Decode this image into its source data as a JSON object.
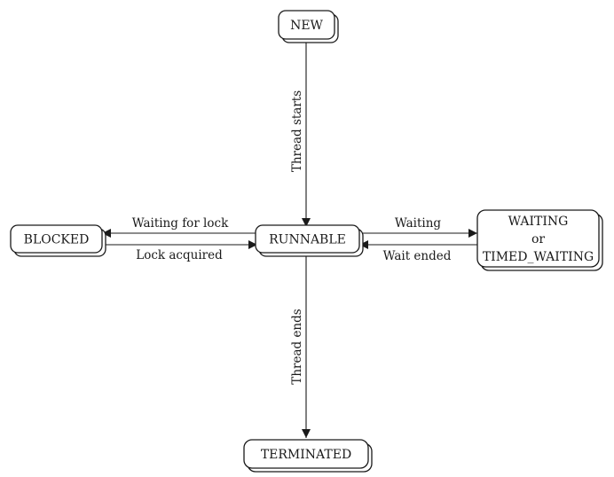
{
  "nodes": {
    "new": "NEW",
    "runnable": "RUNNABLE",
    "blocked": "BLOCKED",
    "waiting": {
      "line1": "WAITING",
      "line2": "or",
      "line3": "TIMED_WAITING"
    },
    "terminated": "TERMINATED"
  },
  "edges": {
    "thread_starts": "Thread starts",
    "waiting_for_lock": "Waiting for lock",
    "lock_acquired": "Lock acquired",
    "waiting": "Waiting",
    "wait_ended": "Wait ended",
    "thread_ends": "Thread ends"
  }
}
